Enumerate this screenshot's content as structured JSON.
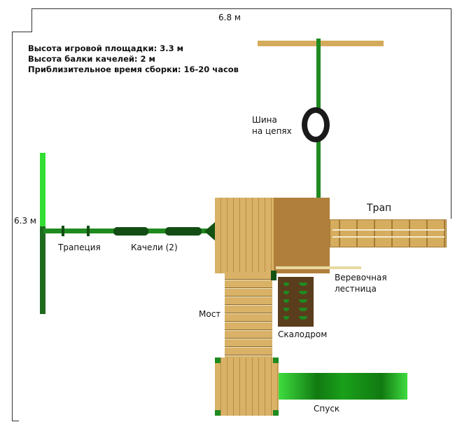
{
  "dimensions": {
    "width": "6.8 м",
    "depth": "6.3 м"
  },
  "info": [
    "Высота игровой площадки:  3.3 м",
    "Высота балки качелей: 2 м",
    "Приблизительное время сборки: 16-20 часов"
  ],
  "labels": {
    "tire": "Шина\nна цепях",
    "tire_line1": "Шина",
    "tire_line2": "на цепях",
    "ramp": "Трап",
    "trapeze": "Трапеция",
    "swings": "Качели (2)",
    "rope_ladder_line1": "Веревочная",
    "rope_ladder_line2": "лестница",
    "bridge": "Мост",
    "rock_wall": "Скалодром",
    "slide": "Спуск"
  },
  "colors": {
    "green": "#1f8a1f",
    "bright_green": "#33dd33",
    "wood": "#d2a85a",
    "dark_wood": "#5a3d1c"
  }
}
